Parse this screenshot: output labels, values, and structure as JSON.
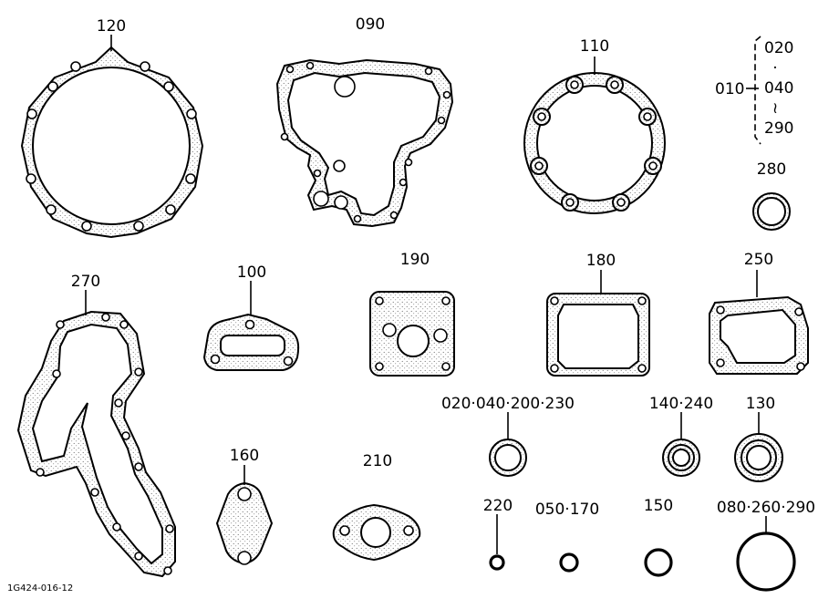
{
  "labels": {
    "p120": "120",
    "p090": "090",
    "p110": "110",
    "g010": "010",
    "g020": "020",
    "g_dot": "·",
    "g040": "040",
    "g_tilde": "≀",
    "g290": "290",
    "p280": "280",
    "p270": "270",
    "p100": "100",
    "p190": "190",
    "p180": "180",
    "p250": "250",
    "p020_230": "020·040·200·230",
    "p140_240": "140·240",
    "p130": "130",
    "p160": "160",
    "p210": "210",
    "p220": "220",
    "p050_170": "050·170",
    "p150": "150",
    "p080_290": "080·260·290"
  },
  "reference_code": "1G424-016-12"
}
